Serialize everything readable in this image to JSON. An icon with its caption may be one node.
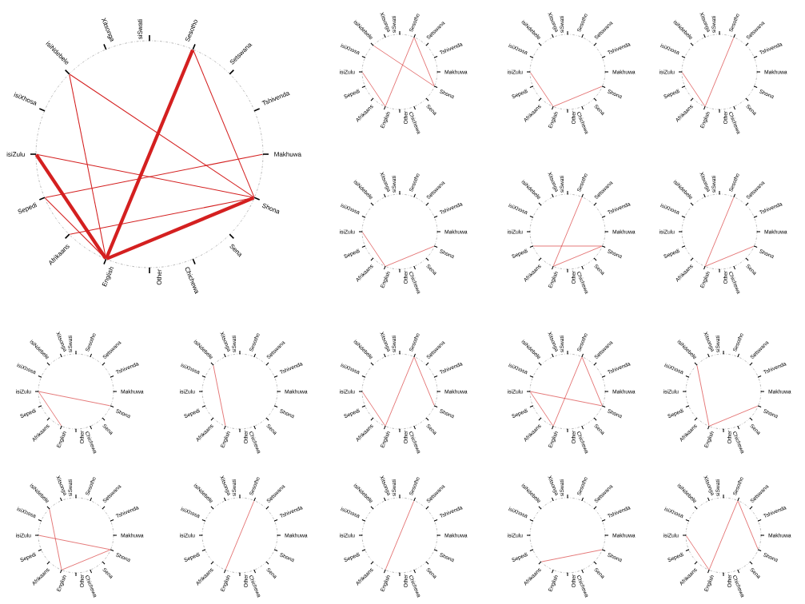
{
  "diagram": {
    "nodes": [
      {
        "text": [
          "siSwati"
        ]
      },
      {
        "text": [
          "Sesotho"
        ]
      },
      {
        "text": [
          "Setswana"
        ]
      },
      {
        "text": [
          "Tshivenda"
        ]
      },
      {
        "text": [
          "Makhuwa"
        ]
      },
      {
        "text": [
          "Shona"
        ]
      },
      {
        "text": [
          "Sena"
        ]
      },
      {
        "text": [
          "Chichewa"
        ]
      },
      {
        "text": [
          "Other"
        ]
      },
      {
        "text": [
          "English"
        ]
      },
      {
        "text": [
          "Afrikaans"
        ]
      },
      {
        "text": [
          "Sepedi"
        ]
      },
      {
        "text": [
          "isiZulu"
        ]
      },
      {
        "text": [
          "isiXhosa"
        ]
      },
      {
        "text": [
          "isiNdebele"
        ]
      },
      {
        "text": [
          "Xitsonga"
        ]
      },
      {
        "text": [
          "siSwati"
        ]
      },
      {
        "text": [
          "Sesotho"
        ]
      },
      {
        "text": [
          "Setswana"
        ]
      },
      {
        "text": [
          "Tshivenda"
        ]
      },
      {
        "text": [
          "Makhuwa"
        ]
      },
      {
        "text": [
          "Shona"
        ]
      },
      {
        "text": [
          "Sena"
        ]
      },
      {
        "text": [
          "Chichewa"
        ]
      },
      {
        "text": [
          "Other"
        ]
      },
      {
        "text": [
          "English"
        ]
      },
      {
        "text": [
          "Afrikaans"
        ]
      },
      {
        "text": [
          "Sepedi"
        ]
      },
      {
        "text": [
          "isiZulu"
        ]
      },
      {
        "text": [
          "isiXhosa"
        ]
      },
      {
        "text": [
          "isiNdebele"
        ]
      },
      {
        "text": [
          "Xitsonga"
        ]
      },
      {
        "text": [
          "siSwati"
        ]
      },
      {
        "text": [
          "Sesotho"
        ]
      },
      {
        "text": [
          "Setswana"
        ]
      },
      {
        "text": [
          "Tshivenda"
        ]
      },
      {
        "text": [
          "Makhuwa"
        ]
      },
      {
        "text": [
          "Shona"
        ]
      },
      {
        "text": [
          "Sena"
        ]
      },
      {
        "text": [
          "Chichewa"
        ]
      },
      {
        "text": [
          "Other"
        ]
      },
      {
        "text": [
          "English"
        ]
      },
      {
        "text": [
          "Afrikaans"
        ]
      },
      {
        "text": [
          "Sepedi"
        ]
      },
      {
        "text": [
          "isiZulu"
        ]
      },
      {
        "text": [
          "isiXhosa"
        ]
      },
      {
        "text": [
          "isiNdebele"
        ]
      },
      {
        "text": [
          "Xitsonga"
        ]
      },
      {
        "text": [
          "siSwati"
        ]
      },
      {
        "text": [
          "Sesotho"
        ]
      },
      {
        "text": [
          "Setswana"
        ]
      },
      {
        "text": [
          "Tshivenda"
        ]
      },
      {
        "text": [
          "Makhuwa"
        ]
      },
      {
        "text": [
          "Shona"
        ]
      },
      {
        "text": [
          "Sena"
        ]
      },
      {
        "text": [
          "Chichewa"
        ]
      },
      {
        "text": [
          "Other"
        ]
      },
      {
        "text": [
          "English"
        ]
      },
      {
        "text": [
          "Afrikaans"
        ]
      },
      {
        "text": [
          "Sepedi"
        ]
      },
      {
        "text": [
          "isiZulu"
        ]
      },
      {
        "text": [
          "isiXhosa"
        ]
      },
      {
        "text": [
          "isiNdebele"
        ]
      },
      {
        "text": [
          "Xitsonga"
        ]
      },
      {
        "text": [
          "siSwati"
        ]
      },
      {
        "text": [
          "Sesotho"
        ]
      },
      {
        "text": [
          "Setswana"
        ]
      },
      {
        "text": [
          "Tshivenda"
        ]
      },
      {
        "text": [
          "Makhuwa"
        ]
      },
      {
        "text": [
          "Shona"
        ]
      },
      {
        "text": [
          "Sena"
        ]
      },
      {
        "text": [
          "Chichewa"
        ]
      },
      {
        "text": [
          "Other"
        ]
      },
      {
        "text": [
          "English"
        ]
      },
      {
        "text": [
          "Afrikaans"
        ]
      },
      {
        "text": [
          "Sepedi"
        ]
      },
      {
        "text": [
          "isiZulu"
        ]
      },
      {
        "text": [
          "isiXhosa"
        ]
      },
      {
        "text": [
          "isiNdebele"
        ]
      },
      {
        "text": [
          "Xitsonga"
        ]
      },
      {
        "text": [
          "siSwati"
        ]
      },
      {
        "text": [
          "Sesotho"
        ]
      },
      {
        "text": [
          "Setswana"
        ]
      },
      {
        "text": [
          "Tshivenda"
        ]
      },
      {
        "text": [
          "Makhuwa"
        ]
      },
      {
        "text": [
          "Shona"
        ]
      },
      {
        "text": [
          "Sena"
        ]
      },
      {
        "text": [
          "Chichewa"
        ]
      },
      {
        "text": [
          "Other"
        ]
      },
      {
        "text": [
          "English"
        ]
      },
      {
        "text": [
          "Afrikaans"
        ]
      },
      {
        "text": [
          "Sepedi"
        ]
      },
      {
        "text": [
          "isiZulu"
        ]
      },
      {
        "text": [
          "isiXhosa"
        ]
      },
      {
        "text": [
          "isiNdebele"
        ]
      },
      {
        "text": [
          "Xitsonga"
        ]
      },
      {
        "text": [
          "siSwati"
        ]
      },
      {
        "text": [
          "Sesotho"
        ]
      },
      {
        "text": [
          "Setswana"
        ]
      },
      {
        "text": [
          "Tshivenda"
        ]
      },
      {
        "text": [
          "Makhuwa"
        ]
      },
      {
        "text": [
          "Shona"
        ]
      },
      {
        "text": [
          "Sena"
        ]
      },
      {
        "text": [
          "Chichewa"
        ]
      },
      {
        "text": [
          "Other"
        ]
      },
      {
        "text": [
          "English"
        ]
      },
      {
        "text": [
          "Afrikaans"
        ]
      },
      {
        "text": [
          "Sepedi"
        ]
      },
      {
        "text": [
          "isiZulu"
        ]
      },
      {
        "text": [
          "isiXhosa"
        ]
      },
      {
        "text": [
          "isiNdebele"
        ]
      },
      {
        "text": [
          "Xitsonga"
        ]
      },
      {
        "text": [
          "siSwati"
        ]
      },
      {
        "text": [
          "Sesotho"
        ]
      },
      {
        "text": [
          "Setswana"
        ]
      },
      {
        "text": [
          "Tshivenda"
        ]
      },
      {
        "text": [
          "Makhuwa"
        ]
      },
      {
        "text": [
          "Shona"
        ]
      },
      {
        "text": [
          "Sena"
        ]
      },
      {
        "text": [
          "Chichewa"
        ]
      },
      {
        "text": [
          "Other"
        ]
      },
      {
        "text": [
          "English"
        ]
      },
      {
        "text": [
          "Afrikaans"
        ]
      },
      {
        "text": [
          "Sepedi"
        ]
      },
      {
        "text": [
          "isiZulu"
        ]
      },
      {
        "text": [
          "isiXhosa"
        ]
      },
      {
        "text": [
          "isiNdebele"
        ]
      },
      {
        "text": [
          "Xitsonga"
        ]
      },
      {
        "text": [
          "siSwati"
        ]
      },
      {
        "text": [
          "Sesotho"
        ]
      },
      {
        "text": [
          "Setswana"
        ]
      },
      {
        "text": [
          "Tshivenda"
        ]
      },
      {
        "text": [
          "Makhuwa"
        ]
      },
      {
        "text": [
          "Shona"
        ]
      },
      {
        "text": [
          "Sena"
        ]
      },
      {
        "text": [
          "Chichewa"
        ]
      },
      {
        "text": [
          "Other"
        ]
      },
      {
        "text": [
          "English"
        ]
      },
      {
        "text": [
          "Afrikaans"
        ]
      },
      {
        "text": [
          "Sepedi"
        ]
      },
      {
        "text": [
          "isiZulu"
        ]
      },
      {
        "text": [
          "isiXhosa"
        ]
      },
      {
        "text": [
          "isiNdebele"
        ]
      },
      {
        "text": [
          "Xitsonga"
        ]
      },
      {
        "text": [
          "siSwati"
        ]
      },
      {
        "text": [
          "Sesotho"
        ]
      },
      {
        "text": [
          "Setswana"
        ]
      },
      {
        "text": [
          "Tshivenda"
        ]
      },
      {
        "text": [
          "Makhuwa"
        ]
      },
      {
        "text": [
          "Shona"
        ]
      },
      {
        "text": [
          "Sena"
        ]
      },
      {
        "text": [
          "Chichewa"
        ]
      },
      {
        "text": [
          "Other"
        ]
      },
      {
        "text": [
          "English"
        ]
      },
      {
        "text": [
          "Afrikaans"
        ]
      },
      {
        "text": [
          "Sepedi"
        ]
      },
      {
        "text": [
          "isiZulu"
        ]
      },
      {
        "text": [
          "isiXhosa"
        ]
      },
      {
        "text": [
          "isiNdebele"
        ]
      },
      {
        "text": [
          "Xitsonga"
        ]
      },
      {
        "text": [
          "siSwati"
        ]
      },
      {
        "text": [
          "Sesotho"
        ]
      },
      {
        "text": [
          "Setswana"
        ]
      },
      {
        "text": [
          "Tshivenda"
        ]
      },
      {
        "text": [
          "Makhuwa"
        ]
      },
      {
        "text": [
          "Shona"
        ]
      },
      {
        "text": [
          "Sena"
        ]
      },
      {
        "text": [
          "Chichewa"
        ]
      },
      {
        "text": [
          "Other"
        ]
      },
      {
        "text": [
          "English"
        ]
      },
      {
        "text": [
          "Afrikaans"
        ]
      },
      {
        "text": [
          "Sepedi"
        ]
      },
      {
        "text": [
          "isiZulu"
        ]
      },
      {
        "text": [
          "isiXhosa"
        ]
      },
      {
        "text": [
          "isiNdebele"
        ]
      },
      {
        "text": [
          "Xitsonga"
        ]
      },
      {
        "text": [
          "siSwati"
        ]
      },
      {
        "text": [
          "Sesotho"
        ]
      },
      {
        "text": [
          "Setswana"
        ]
      },
      {
        "text": [
          "Tshivenda"
        ]
      },
      {
        "text": [
          "Makhuwa"
        ]
      },
      {
        "text": [
          "Shona"
        ]
      },
      {
        "text": [
          "Sena"
        ]
      },
      {
        "text": [
          "Chichewa"
        ]
      },
      {
        "text": [
          "Other"
        ]
      },
      {
        "text": [
          "English"
        ]
      },
      {
        "text": [
          "Afrikaans"
        ]
      },
      {
        "text": [
          "Sepedi"
        ]
      },
      {
        "text": [
          "isiZulu"
        ]
      },
      {
        "text": [
          "isiXhosa"
        ]
      },
      {
        "text": [
          "isiNdebele"
        ]
      },
      {
        "text": [
          "Xitsonga"
        ]
      },
      {
        "text": [
          "siSwati"
        ]
      },
      {
        "text": [
          "Sesotho"
        ]
      },
      {
        "text": [
          "Setswana"
        ]
      },
      {
        "text": [
          "Tshivenda"
        ]
      },
      {
        "text": [
          "Makhuwa"
        ]
      },
      {
        "text": [
          "Shona"
        ]
      },
      {
        "text": [
          "Sena"
        ]
      },
      {
        "text": [
          "Chichewa"
        ]
      },
      {
        "text": [
          "Other"
        ]
      },
      {
        "text": [
          "English"
        ]
      },
      {
        "text": [
          "Afrikaans"
        ]
      },
      {
        "text": [
          "Sepedi"
        ]
      },
      {
        "text": [
          "isiZulu"
        ]
      },
      {
        "text": [
          "isiXhosa"
        ]
      },
      {
        "text": [
          "isiNdebele"
        ]
      },
      {
        "text": [
          "Xitsonga"
        ]
      },
      {
        "text": [
          "siSwati"
        ]
      },
      {
        "text": [
          "Sesotho"
        ]
      },
      {
        "text": [
          "Setswana"
        ]
      },
      {
        "text": [
          "Tshivenda"
        ]
      },
      {
        "text": [
          "Makhuwa"
        ]
      },
      {
        "text": [
          "Shona"
        ]
      },
      {
        "text": [
          "Sena"
        ]
      },
      {
        "text": [
          "Chichewa"
        ]
      },
      {
        "text": [
          "Other"
        ]
      },
      {
        "text": [
          "English"
        ]
      },
      {
        "text": [
          "Afrikaans"
        ]
      },
      {
        "text": [
          "Sepedi"
        ]
      },
      {
        "text": [
          "isiZulu"
        ]
      },
      {
        "text": [
          "isiXhosa"
        ]
      },
      {
        "text": [
          "isiNdebele"
        ]
      },
      {
        "text": [
          "Xitsonga"
        ]
      },
      {
        "text": [
          "siSwati"
        ]
      },
      {
        "text": [
          "Sesotho"
        ]
      },
      {
        "text": [
          "Setswana"
        ]
      },
      {
        "text": [
          "Tshivenda"
        ]
      },
      {
        "text": [
          "Makhuwa"
        ]
      },
      {
        "text": [
          "Shona"
        ]
      },
      {
        "text": [
          "Sena"
        ]
      },
      {
        "text": [
          "Chichewa"
        ]
      },
      {
        "text": [
          "Other"
        ]
      },
      {
        "text": [
          "English"
        ]
      },
      {
        "text": [
          "Afrikaans"
        ]
      },
      {
        "text": [
          "Sepedi"
        ]
      },
      {
        "text": [
          "isiZulu"
        ]
      },
      {
        "text": [
          "isiXhosa"
        ]
      },
      {
        "text": [
          "isiNdebele"
        ]
      },
      {
        "text": [
          "Xitsonga"
        ]
      },
      {
        "text": [
          "siSwati"
        ]
      },
      {
        "text": [
          "Sesotho"
        ]
      },
      {
        "text": [
          "Setswana"
        ]
      },
      {
        "text": [
          "Tshivenda"
        ]
      },
      {
        "text": [
          "Makhuwa"
        ]
      },
      {
        "text": [
          "Shona"
        ]
      },
      {
        "text": [
          "Sena"
        ]
      },
      {
        "text": [
          "Chichewa"
        ]
      },
      {
        "text": [
          "Other"
        ]
      },
      {
        "text": [
          "English"
        ]
      },
      {
        "text": [
          "Afrikaans"
        ]
      },
      {
        "text": [
          "Sepedi"
        ]
      },
      {
        "text": [
          "isiZulu"
        ]
      },
      {
        "text": [
          "isiXhosa"
        ]
      },
      {
        "text": [
          "isiNdebele"
        ]
      },
      {
        "text": [
          "Xitsonga"
        ]
      },
      {
        "text": [
          "siSwati"
        ]
      },
      {
        "text": [
          "Sesotho"
        ]
      },
      {
        "text": [
          "Setswana"
        ]
      },
      {
        "text": [
          "Tshivenda"
        ]
      },
      {
        "text": [
          "Makhuwa"
        ]
      },
      {
        "text": [
          "Shona"
        ]
      },
      {
        "text": [
          "Sena"
        ]
      },
      {
        "text": [
          "Chichewa"
        ]
      },
      {
        "text": [
          "Other"
        ]
      },
      {
        "text": [
          "English"
        ]
      },
      {
        "text": [
          "Afrikaans"
        ]
      },
      {
        "text": [
          "Sepedi"
        ]
      },
      {
        "text": [
          "isiZulu"
        ]
      },
      {
        "text": [
          "isiXhosa"
        ]
      },
      {
        "text": [
          "isiNdebele"
        ]
      },
      {
        "text": [
          "Xitsonga"
        ]
      }
    ],
    "edges": [
      {
        "from": 14,
        "to": 9,
        "arrow": "none"
      },
      {
        "from": 14,
        "to": 5,
        "arrow": "none"
      },
      {
        "from": 1,
        "to": 9,
        "arrow": "none",
        "style": "thick"
      },
      {
        "from": 1,
        "to": 5,
        "arrow": "none"
      },
      {
        "from": 12,
        "to": 9,
        "arrow": "none",
        "style": "thick"
      },
      {
        "from": 12,
        "to": 5,
        "arrow": "none"
      },
      {
        "from": 11,
        "to": 4,
        "arrow": "none"
      },
      {
        "from": 10,
        "to": 5,
        "arrow": "none"
      },
      {
        "from": 9,
        "to": 5,
        "arrow": "none",
        "style": "thick"
      },
      {
        "from": 11,
        "to": 9,
        "arrow": "none"
      },
      {
        "from": 17,
        "to": 25,
        "arrow": "none"
      },
      {
        "from": 17,
        "to": 21,
        "arrow": "none"
      },
      {
        "from": 30,
        "to": 21,
        "arrow": "none"
      },
      {
        "from": 28,
        "to": 25,
        "arrow": "none"
      },
      {
        "from": 44,
        "to": 41,
        "arrow": "none"
      },
      {
        "from": 41,
        "to": 37,
        "arrow": "none"
      },
      {
        "from": 60,
        "to": 57,
        "arrow": "none"
      },
      {
        "from": 57,
        "to": 49,
        "arrow": "none"
      },
      {
        "from": 76,
        "to": 73,
        "arrow": "none"
      },
      {
        "from": 73,
        "to": 69,
        "arrow": "none"
      },
      {
        "from": 81,
        "to": 89,
        "arrow": "none"
      },
      {
        "from": 91,
        "to": 85,
        "arrow": "none"
      },
      {
        "from": 89,
        "to": 85,
        "arrow": "none"
      },
      {
        "from": 97,
        "to": 105,
        "arrow": "none"
      },
      {
        "from": 105,
        "to": 101,
        "arrow": "none"
      },
      {
        "from": 124,
        "to": 117,
        "arrow": "none"
      },
      {
        "from": 124,
        "to": 121,
        "arrow": "none"
      },
      {
        "from": 142,
        "to": 137,
        "arrow": "none"
      },
      {
        "from": 156,
        "to": 153,
        "arrow": "none"
      },
      {
        "from": 153,
        "to": 145,
        "arrow": "none"
      },
      {
        "from": 145,
        "to": 149,
        "arrow": "none"
      },
      {
        "from": 172,
        "to": 165,
        "arrow": "none"
      },
      {
        "from": 172,
        "to": 169,
        "arrow": "none"
      },
      {
        "from": 161,
        "to": 169,
        "arrow": "none"
      },
      {
        "from": 161,
        "to": 165,
        "arrow": "none"
      },
      {
        "from": 190,
        "to": 185,
        "arrow": "none"
      },
      {
        "from": 185,
        "to": 181,
        "arrow": "none"
      },
      {
        "from": 206,
        "to": 201,
        "arrow": "none"
      },
      {
        "from": 204,
        "to": 197,
        "arrow": "none"
      },
      {
        "from": 201,
        "to": 197,
        "arrow": "none"
      },
      {
        "from": 209,
        "to": 217,
        "arrow": "none"
      },
      {
        "from": 225,
        "to": 233,
        "arrow": "none"
      },
      {
        "from": 250,
        "to": 245,
        "arrow": "none"
      },
      {
        "from": 257,
        "to": 265,
        "arrow": "none"
      },
      {
        "from": 257,
        "to": 261,
        "arrow": "none"
      },
      {
        "from": 268,
        "to": 265,
        "arrow": "none"
      }
    ]
  }
}
